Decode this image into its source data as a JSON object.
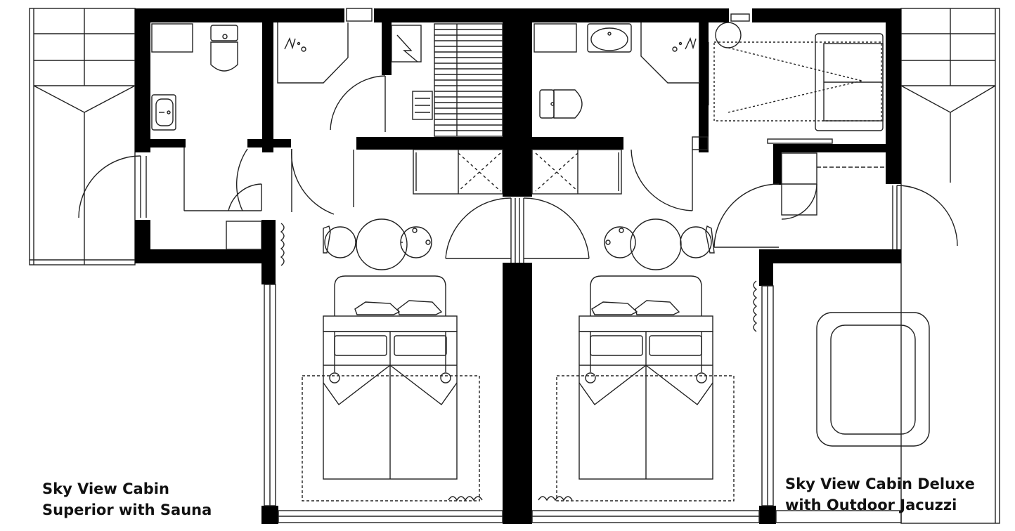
{
  "plan": {
    "labels": {
      "left_line1": "Sky View Cabin",
      "left_line2": "Superior with Sauna",
      "right_line1": "Sky View Cabin Deluxe",
      "right_line2": "with Outdoor Jacuzzi"
    },
    "colors": {
      "wall": "#000000",
      "line": "#222222",
      "background": "#ffffff"
    }
  }
}
